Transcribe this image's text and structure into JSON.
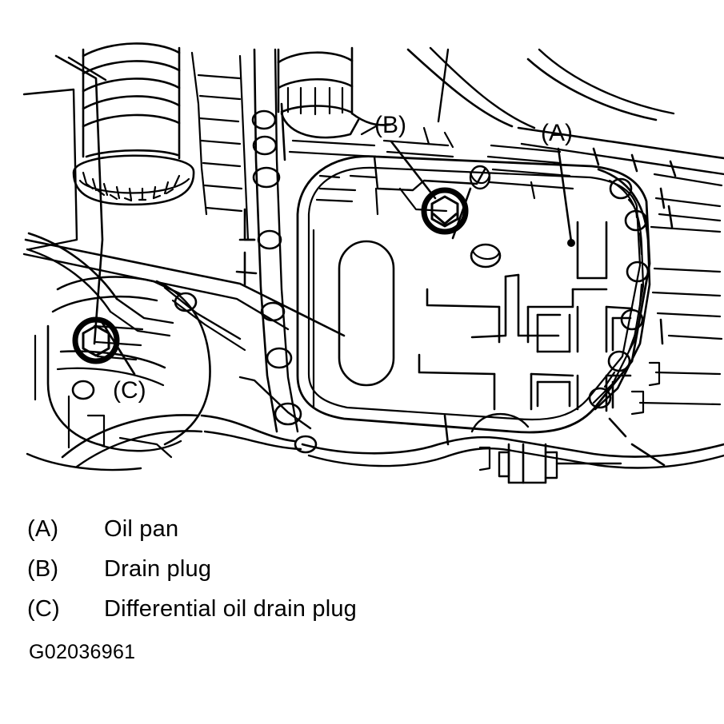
{
  "figure": {
    "id_code": "G02036961",
    "subject": "automatic transmission oil pan / drain plug location illustration",
    "line_color": "#000000",
    "background_color": "#ffffff"
  },
  "callouts": [
    {
      "key": "(A)",
      "target": "oil-pan-body"
    },
    {
      "key": "(B)",
      "target": "drain-plug"
    },
    {
      "key": "(C)",
      "target": "differential-oil-drain-plug"
    }
  ],
  "legend": {
    "items": [
      {
        "key": "(A)",
        "label": "Oil pan"
      },
      {
        "key": "(B)",
        "label": "Drain plug"
      },
      {
        "key": "(C)",
        "label": "Differential oil drain plug"
      }
    ]
  }
}
